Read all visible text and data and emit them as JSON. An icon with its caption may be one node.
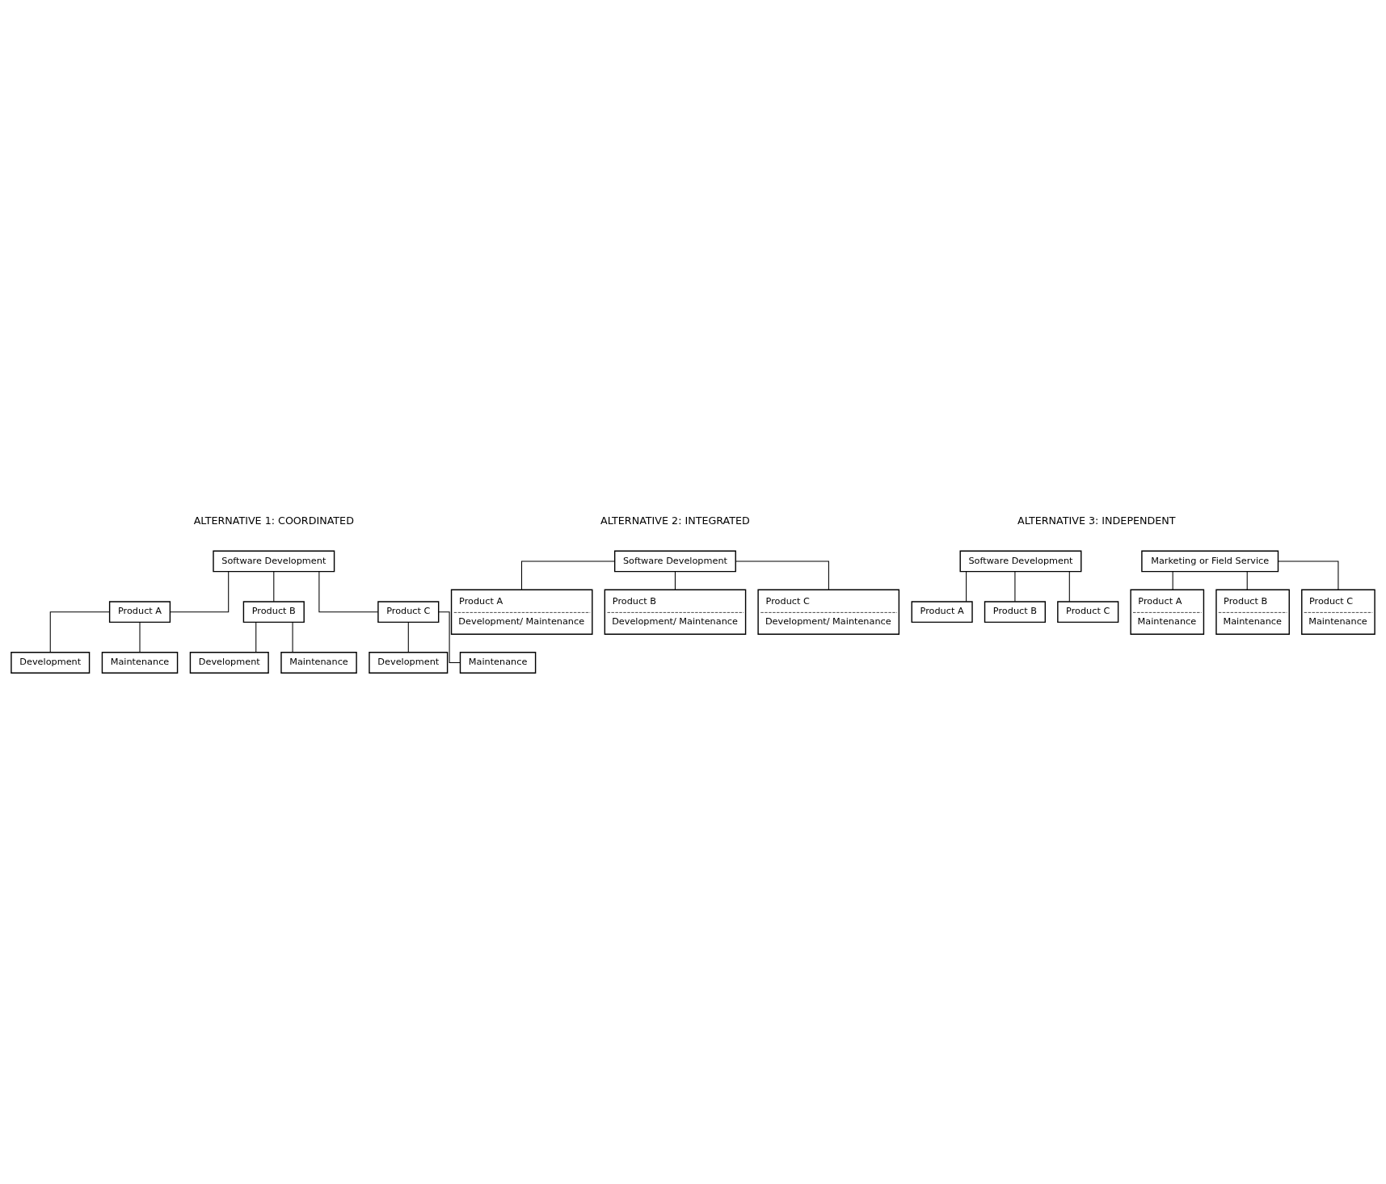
{
  "diagram": {
    "nodes": [
      {
        "text": [
          "Software Development"
        ]
      },
      {
        "text": [
          "Product A"
        ]
      },
      {
        "text": [
          "Development"
        ]
      },
      {
        "text": [
          "Maintenance"
        ]
      },
      {
        "text": [
          "Product B"
        ]
      },
      {
        "text": [
          "Development"
        ]
      },
      {
        "text": [
          "Maintenance"
        ]
      },
      {
        "text": [
          "Product C"
        ]
      },
      {
        "text": [
          "Development"
        ]
      },
      {
        "text": [
          "Maintenance"
        ]
      },
      {
        "text": [
          "Software Development"
        ]
      },
      {
        "text": [
          "Product A",
          "Development/ Maintenance"
        ]
      },
      {
        "text": [
          "Product B",
          "Development/ Maintenance"
        ]
      },
      {
        "text": [
          "Product C",
          "Development/ Maintenance"
        ]
      },
      {
        "text": [
          "Software Development"
        ]
      },
      {
        "text": [
          "Product A"
        ]
      },
      {
        "text": [
          "Product B"
        ]
      },
      {
        "text": [
          "Product C"
        ]
      },
      {
        "text": [
          "Marketing or Field Service"
        ]
      },
      {
        "text": [
          "Product A",
          "Maintenance"
        ]
      },
      {
        "text": [
          "Product B",
          "Maintenance"
        ]
      },
      {
        "text": [
          "Product C",
          "Maintenance"
        ]
      }
    ],
    "edges": [
      {
        "from": 0,
        "to": 1,
        "arrow": "none"
      },
      {
        "from": 1,
        "to": 2,
        "arrow": "none"
      },
      {
        "from": 1,
        "to": 3,
        "arrow": "none"
      },
      {
        "from": 0,
        "to": 4,
        "arrow": "none"
      },
      {
        "from": 4,
        "to": 5,
        "arrow": "none"
      },
      {
        "from": 4,
        "to": 6,
        "arrow": "none"
      },
      {
        "from": 0,
        "to": 7,
        "arrow": "none"
      },
      {
        "from": 7,
        "to": 8,
        "arrow": "none"
      },
      {
        "from": 7,
        "to": 9,
        "arrow": "none"
      },
      {
        "from": 10,
        "to": 11,
        "arrow": "none"
      },
      {
        "from": 10,
        "to": 12,
        "arrow": "none"
      },
      {
        "from": 10,
        "to": 13,
        "arrow": "none"
      },
      {
        "from": 14,
        "to": 15,
        "arrow": "none"
      },
      {
        "from": 14,
        "to": 16,
        "arrow": "none"
      },
      {
        "from": 14,
        "to": 17,
        "arrow": "none"
      },
      {
        "from": 18,
        "to": 19,
        "arrow": "none"
      },
      {
        "from": 18,
        "to": 20,
        "arrow": "none"
      },
      {
        "from": 18,
        "to": 21,
        "arrow": "none"
      }
    ],
    "labels": [
      "ALTERNATIVE 1: COORDINATED",
      "ALTERNATIVE 2: INTEGRATED",
      "ALTERNATIVE 3: INDEPENDENT"
    ]
  }
}
